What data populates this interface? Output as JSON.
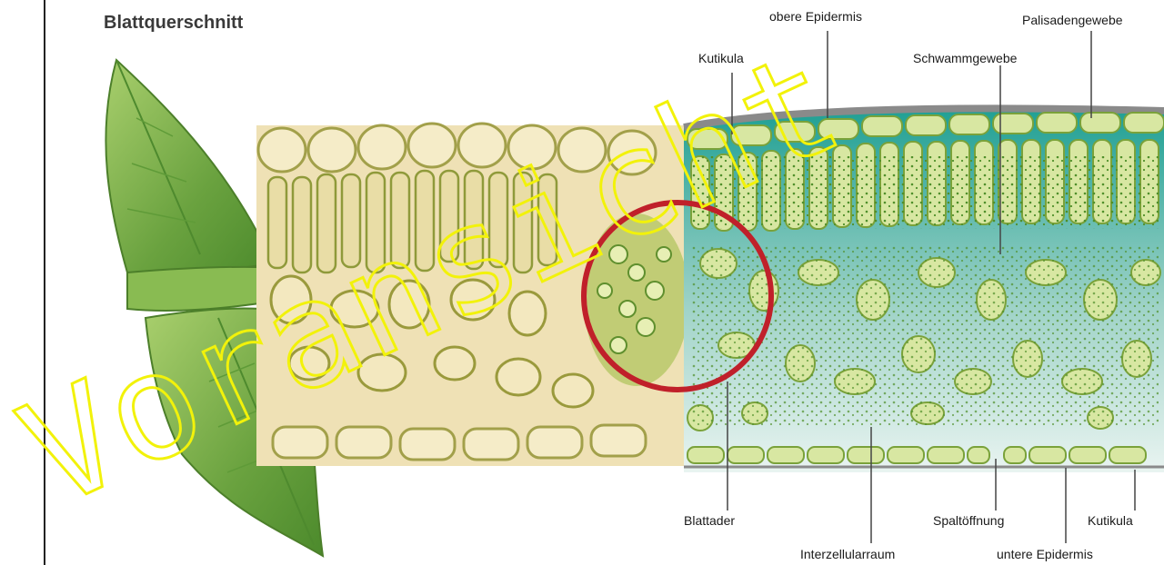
{
  "title": "Blattquerschnitt",
  "labels": {
    "obere_epidermis": "obere Epidermis",
    "palisadengewebe": "Palisadengewebe",
    "kutikula_top": "Kutikula",
    "schwammgewebe": "Schwammgewebe",
    "blattader": "Blattader",
    "spaltoeffnung": "Spaltöffnung",
    "kutikula_bottom": "Kutikula",
    "interzellularraum": "Interzellularraum",
    "untere_epidermis": "untere Epidermis"
  },
  "watermark": "Voransicht",
  "colors": {
    "leaf": "#7fb24a",
    "tissue_bg": "#efe1b5",
    "cell_fill": "#d8e7a2",
    "cell_border": "#7aa23a",
    "intercellular": "#2f9f96",
    "highlight_circle": "#c0202a",
    "watermark": "#f2f20a"
  }
}
